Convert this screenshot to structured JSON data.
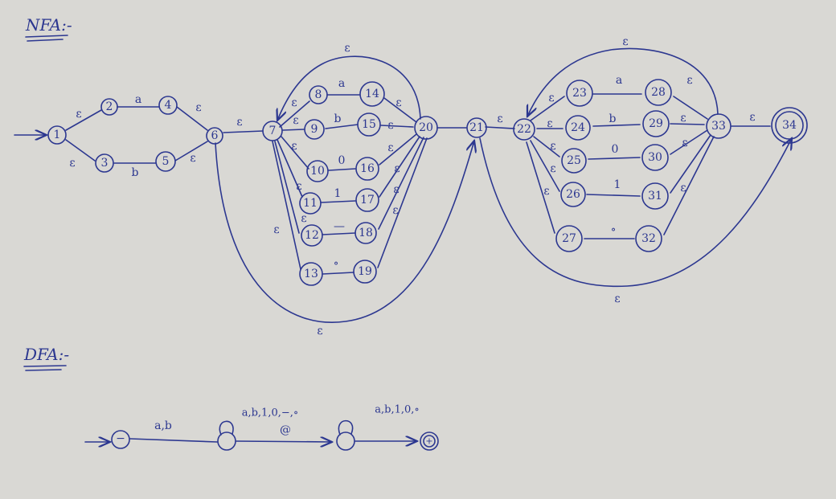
{
  "nfa": {
    "title": "NFA:-",
    "states": [
      "1",
      "2",
      "3",
      "4",
      "5",
      "6",
      "7",
      "8",
      "9",
      "10",
      "11",
      "12",
      "13",
      "14",
      "15",
      "16",
      "17",
      "18",
      "19",
      "20",
      "21",
      "22",
      "23",
      "24",
      "25",
      "26",
      "27",
      "28",
      "29",
      "30",
      "31",
      "32",
      "33",
      "34"
    ],
    "start_state": "1",
    "final_state": "34",
    "labels": {
      "eps": "ε",
      "a": "a",
      "b": "b",
      "zero": "0",
      "one": "1",
      "dash": "—",
      "dot": "∘",
      "a2": "a",
      "b2": "b",
      "zero2": "0",
      "one2": "1",
      "dot2": "∘"
    }
  },
  "dfa": {
    "title": "DFA:-",
    "start_mark": "−",
    "final_mark": "+",
    "edge_ab": "a,b",
    "loop1": "a,b,1,0,−,∘",
    "edge_at": "@",
    "loop2": "a,b,1,0,∘"
  },
  "colors": {
    "ink": "#2c3790",
    "paper": "#d9d8d4"
  }
}
